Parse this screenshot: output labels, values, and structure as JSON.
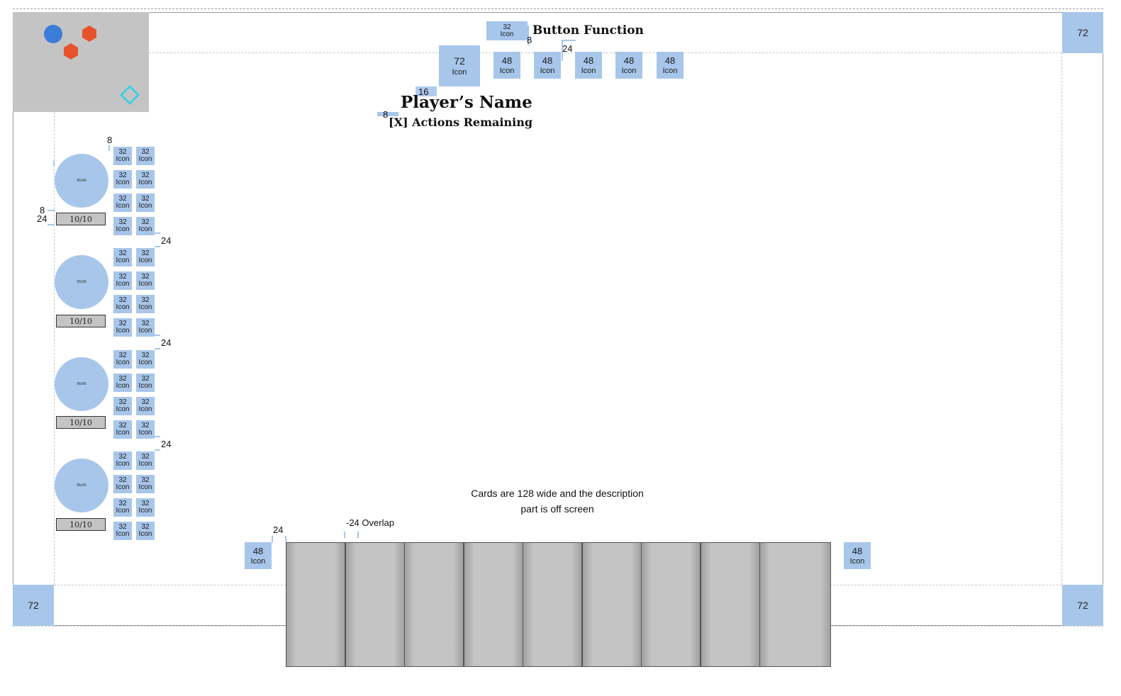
{
  "minimap": {
    "background": "#c4c4c4",
    "player_color": "#3b7dd8",
    "enemy_color": "#e8532b",
    "objective_color": "#2fd0e8"
  },
  "corners": {
    "top_right": "72",
    "bottom_left": "72",
    "bottom_right": "72"
  },
  "header": {
    "button_icon": {
      "size": "32",
      "label": "Icon"
    },
    "button_function": "Button Function",
    "gap_8": "8",
    "gap_24": "24",
    "player_icon": {
      "size": "72",
      "label": "Icon"
    },
    "action_icons": [
      {
        "size": "48",
        "label": "Icon"
      },
      {
        "size": "48",
        "label": "Icon"
      },
      {
        "size": "48",
        "label": "Icon"
      },
      {
        "size": "48",
        "label": "Icon"
      },
      {
        "size": "48",
        "label": "Icon"
      }
    ],
    "gap_16": "16",
    "player_name": "Player’s Name",
    "gap_8b": "8",
    "actions_remaining": "[X] Actions Remaining"
  },
  "party": {
    "gap_8_top": "8",
    "gap_8_hp": "8",
    "gap_24_hp": "24",
    "gap_24_between": "24",
    "portrait_label": "96x96",
    "icon_size": "32",
    "icon_label": "Icon",
    "members": [
      {
        "hp": "10/10"
      },
      {
        "hp": "10/10"
      },
      {
        "hp": "10/10"
      },
      {
        "hp": "10/10"
      }
    ]
  },
  "hand": {
    "note_line1": "Cards are 128 wide and the description",
    "note_line2": "part is off screen",
    "gap_24": "24",
    "overlap": "-24 Overlap",
    "left_button": {
      "size": "48",
      "label": "Icon"
    },
    "right_button": {
      "size": "48",
      "label": "Icon"
    },
    "card_count": 9,
    "card_color": "#c4c4c4"
  },
  "accent": "#a8c6ea"
}
